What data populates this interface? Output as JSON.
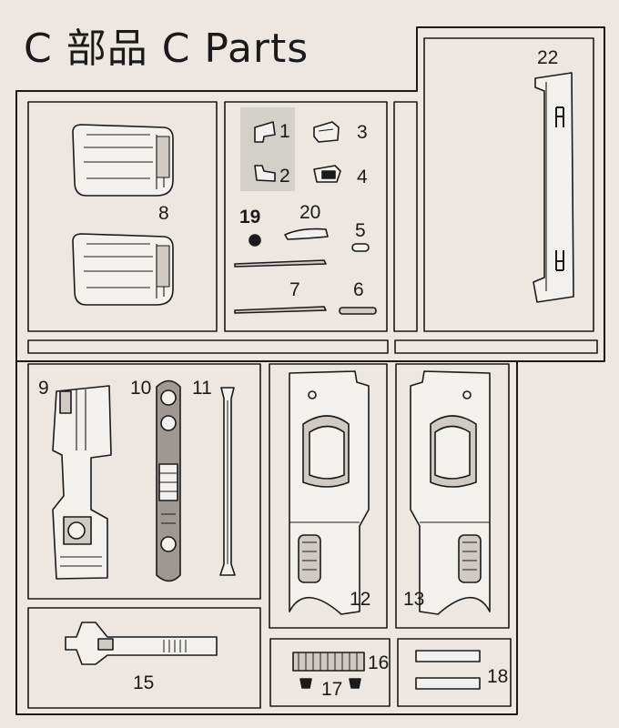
{
  "title": "C 部品  C Parts",
  "colors": {
    "ink": "#1a1a1a",
    "paper": "#ece8e1",
    "part": "#f3f1ed",
    "shade": "#cfcac3"
  },
  "parts": [
    {
      "number": "1"
    },
    {
      "number": "2"
    },
    {
      "number": "3"
    },
    {
      "number": "4"
    },
    {
      "number": "5"
    },
    {
      "number": "6"
    },
    {
      "number": "7"
    },
    {
      "number": "8"
    },
    {
      "number": "9"
    },
    {
      "number": "10"
    },
    {
      "number": "11"
    },
    {
      "number": "12"
    },
    {
      "number": "13"
    },
    {
      "number": "15"
    },
    {
      "number": "16"
    },
    {
      "number": "17"
    },
    {
      "number": "18"
    },
    {
      "number": "19"
    },
    {
      "number": "20"
    },
    {
      "number": "22"
    }
  ]
}
